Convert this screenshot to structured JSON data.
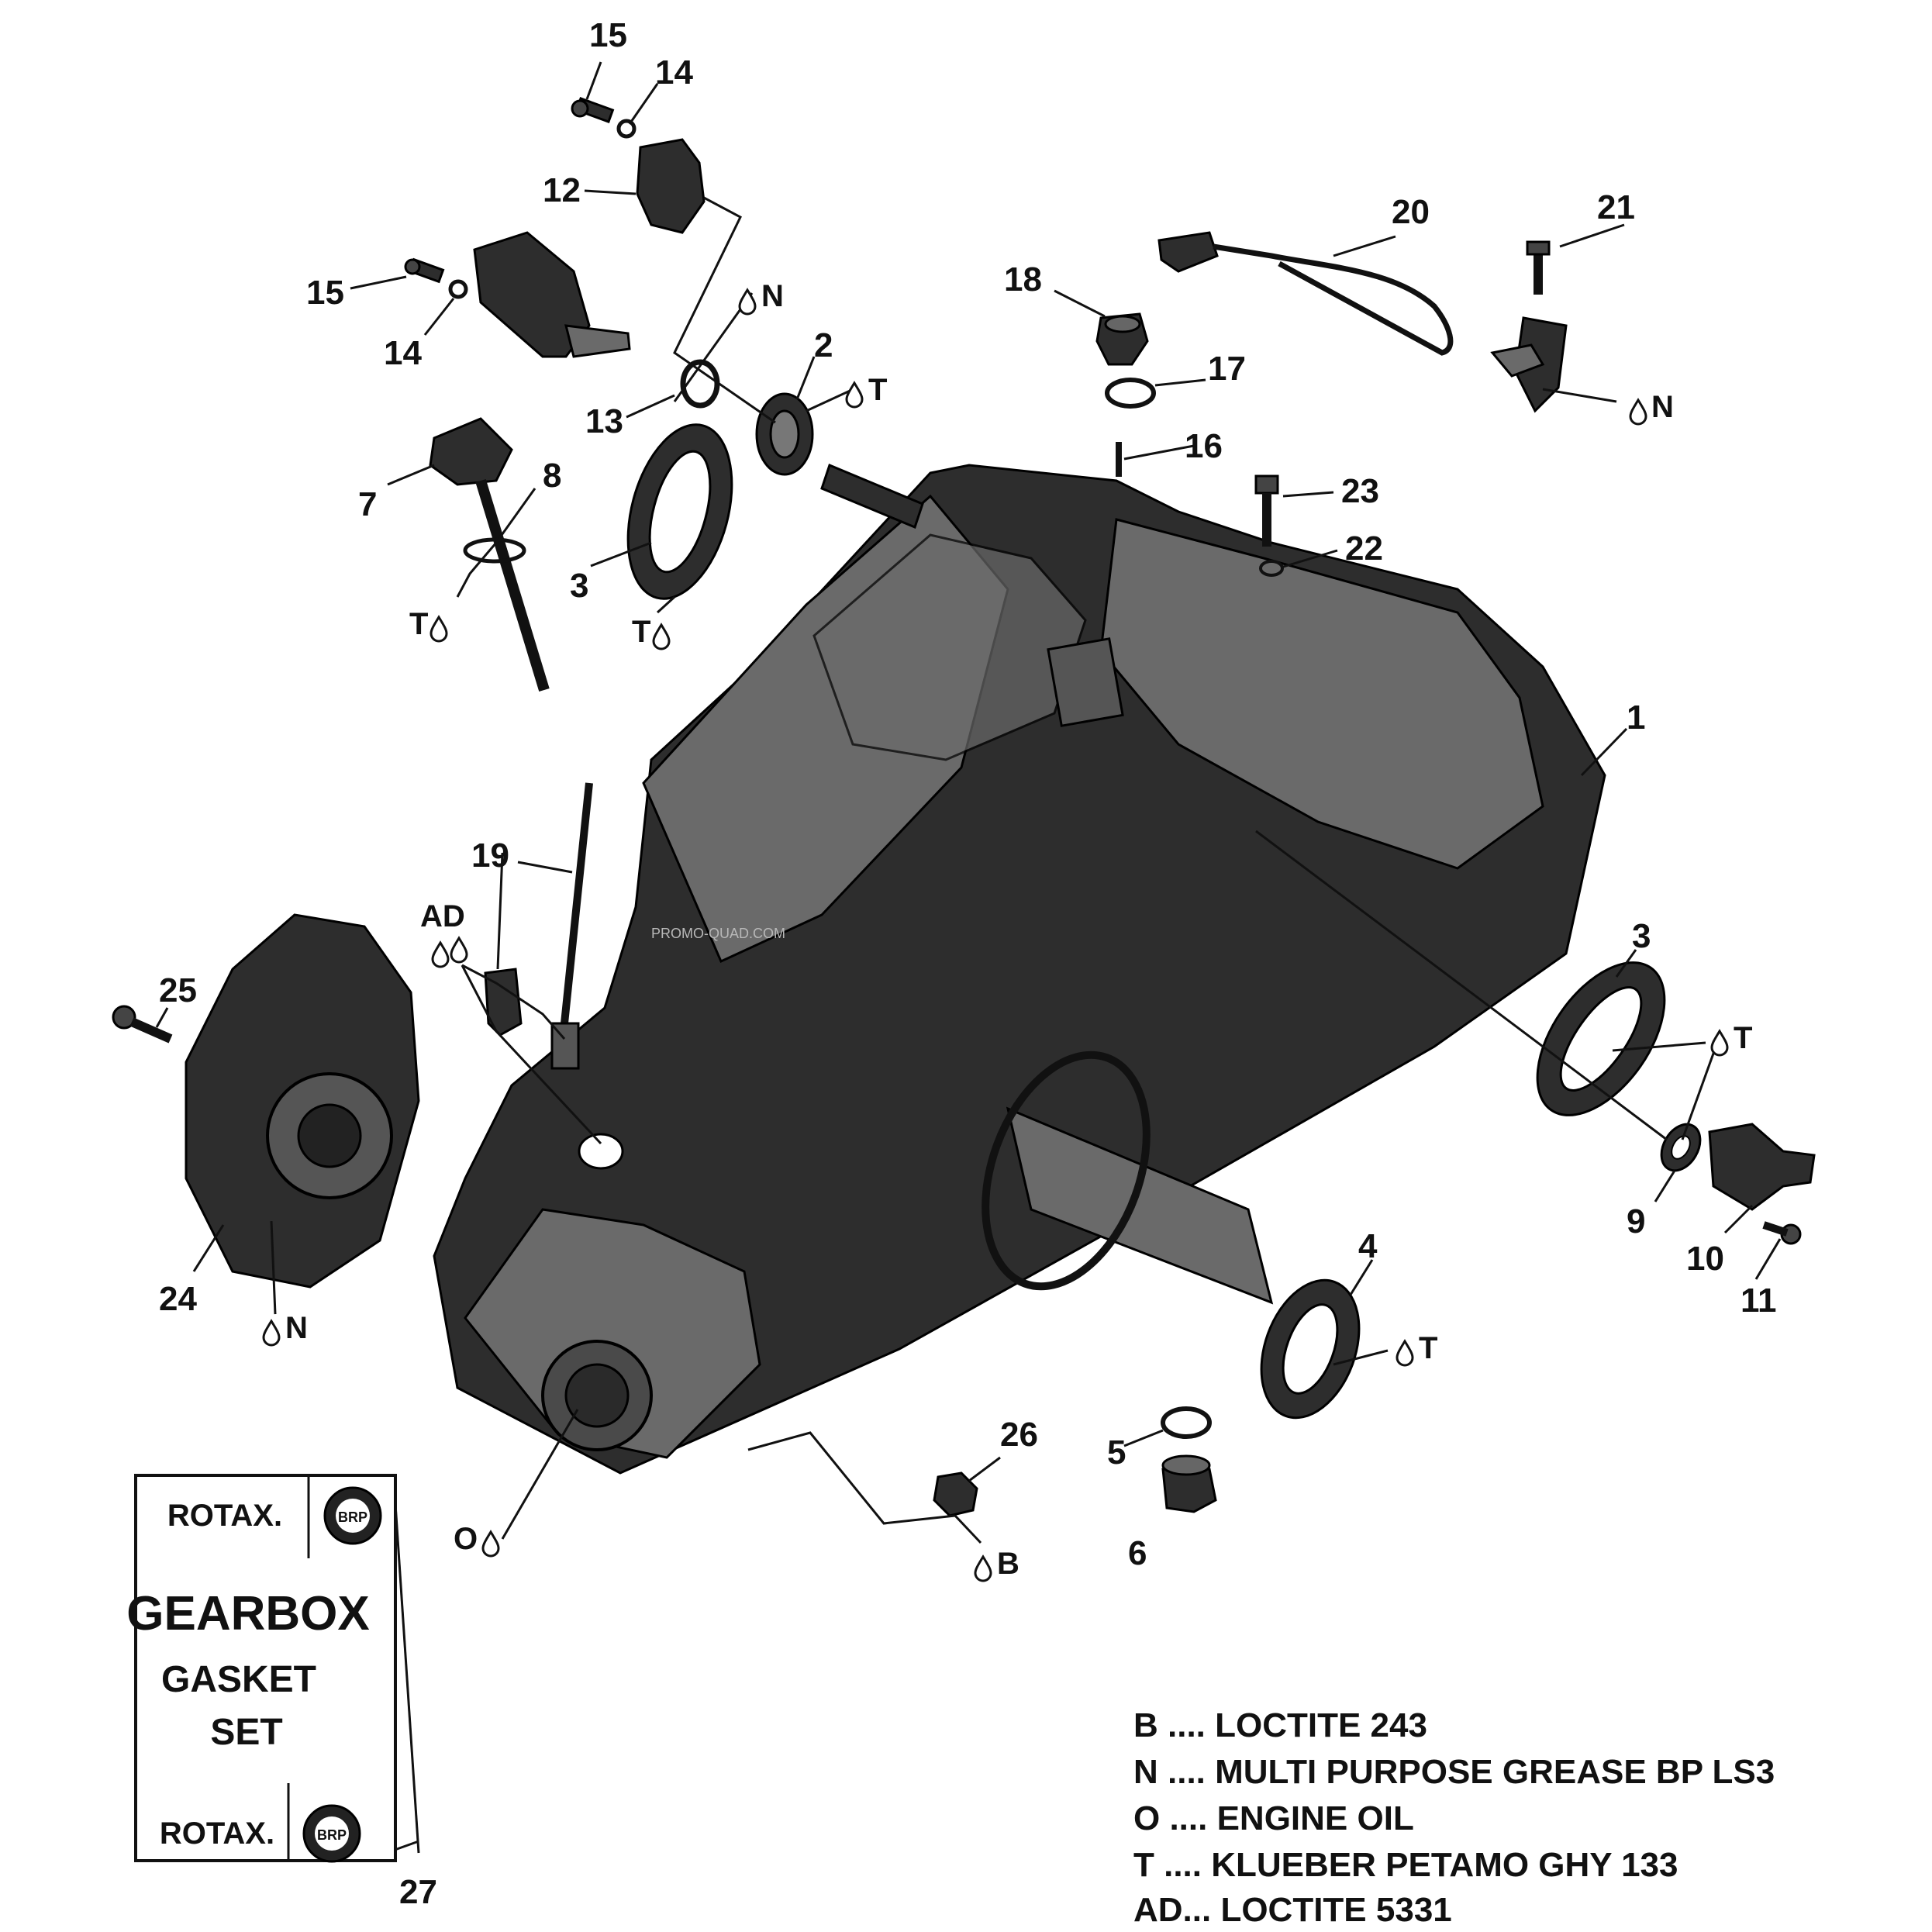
{
  "callouts": [
    "1",
    "2",
    "3",
    "3",
    "4",
    "5",
    "6",
    "7",
    "8",
    "9",
    "10",
    "11",
    "12",
    "13",
    "14",
    "14",
    "15",
    "15",
    "16",
    "17",
    "18",
    "19",
    "20",
    "21",
    "22",
    "23",
    "24",
    "25",
    "26",
    "27"
  ],
  "codes": [
    "N",
    "N",
    "N",
    "T",
    "T",
    "T",
    "T",
    "T",
    "AD",
    "O",
    "B"
  ],
  "legend": [
    {
      "code": "B",
      "text": "B .... LOCTITE 243"
    },
    {
      "code": "N",
      "text": "N .... MULTI PURPOSE GREASE BP LS3"
    },
    {
      "code": "O",
      "text": "O .... ENGINE OIL"
    },
    {
      "code": "T",
      "text": "T .... KLUEBER PETAMO GHY 133"
    },
    {
      "code": "AD",
      "text": "AD... LOCTITE 5331"
    }
  ],
  "kit_box": {
    "brand": "ROTAX.",
    "brp_badge": "BRP",
    "title": "GEARBOX",
    "line2": "GASKET",
    "line3": "SET",
    "part_number": "27"
  },
  "watermark": "PROMO-QUAD.COM",
  "icons": {
    "drop": "lubricant-drop-icon"
  }
}
